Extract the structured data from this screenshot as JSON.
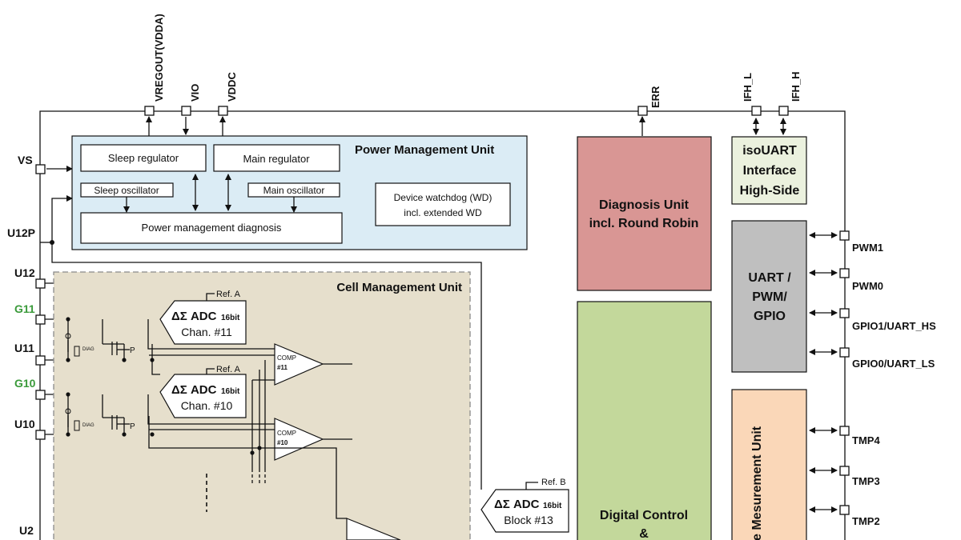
{
  "pins": {
    "top": {
      "vregout": "VREGOUT(VDDA)",
      "vio": "VIO",
      "vddc": "VDDC",
      "err": "ERR",
      "ifh_l": "IFH_L",
      "ifh_h": "IFH_H"
    },
    "left": {
      "vs": "VS",
      "u12p": "U12P",
      "u12": "U12",
      "g11": "G11",
      "u11": "U11",
      "g10": "G10",
      "u10": "U10",
      "u2": "U2"
    },
    "right": {
      "pwm1": "PWM1",
      "pwm0": "PWM0",
      "gpio1": "GPIO1/UART_HS",
      "gpio0": "GPIO0/UART_LS",
      "tmp4": "TMP4",
      "tmp3": "TMP3",
      "tmp2": "TMP2"
    }
  },
  "pmu": {
    "title": "Power Management Unit",
    "sleep_regulator": "Sleep  regulator",
    "main_regulator": "Main regulator",
    "sleep_oscillator": "Sleep oscillator",
    "main_oscillator": "Main oscillator",
    "pm_diagnosis": "Power management diagnosis",
    "watchdog_line1": "Device watchdog (WD)",
    "watchdog_line2": "incl. extended WD"
  },
  "cmu": {
    "title": "Cell Management Unit",
    "adc11": {
      "label": "ΔΣ ADC",
      "bits": "16bit",
      "chan": "Chan. #11",
      "ref": "Ref. A"
    },
    "adc10": {
      "label": "ΔΣ ADC",
      "bits": "16bit",
      "chan": "Chan. #10",
      "ref": "Ref. A"
    },
    "comp11": {
      "label": "COMP",
      "num": "#11"
    },
    "comp10": {
      "label": "COMP",
      "num": "#10"
    },
    "diag_label": "DIAG",
    "p_label": "P"
  },
  "block_adc": {
    "label": "ΔΣ ADC",
    "bits": "16bit",
    "block": "Block #13",
    "ref": "Ref. B"
  },
  "diagnosis_unit": {
    "line1": "Diagnosis Unit",
    "line2": "incl. Round Robin"
  },
  "digital_control": {
    "line1": "Digital Control",
    "line2": "&"
  },
  "isouart": {
    "line1": "isoUART",
    "line2": "Interface",
    "line3": "High-Side"
  },
  "uart_block": {
    "line1": "UART /",
    "line2": "PWM/",
    "line3": "GPIO"
  },
  "temp_unit": {
    "label": "e Mesurement Unit"
  },
  "colors": {
    "pmu_fill": "#dbecf5",
    "cmu_fill": "#e6dfcc",
    "diagnosis_fill": "#d99694",
    "digital_fill": "#c3d89b",
    "isouart_fill": "#ebf1de",
    "uart_fill": "#bfbfbf",
    "temp_fill": "#fad7b8",
    "green_pin": "#3a9a3a"
  }
}
